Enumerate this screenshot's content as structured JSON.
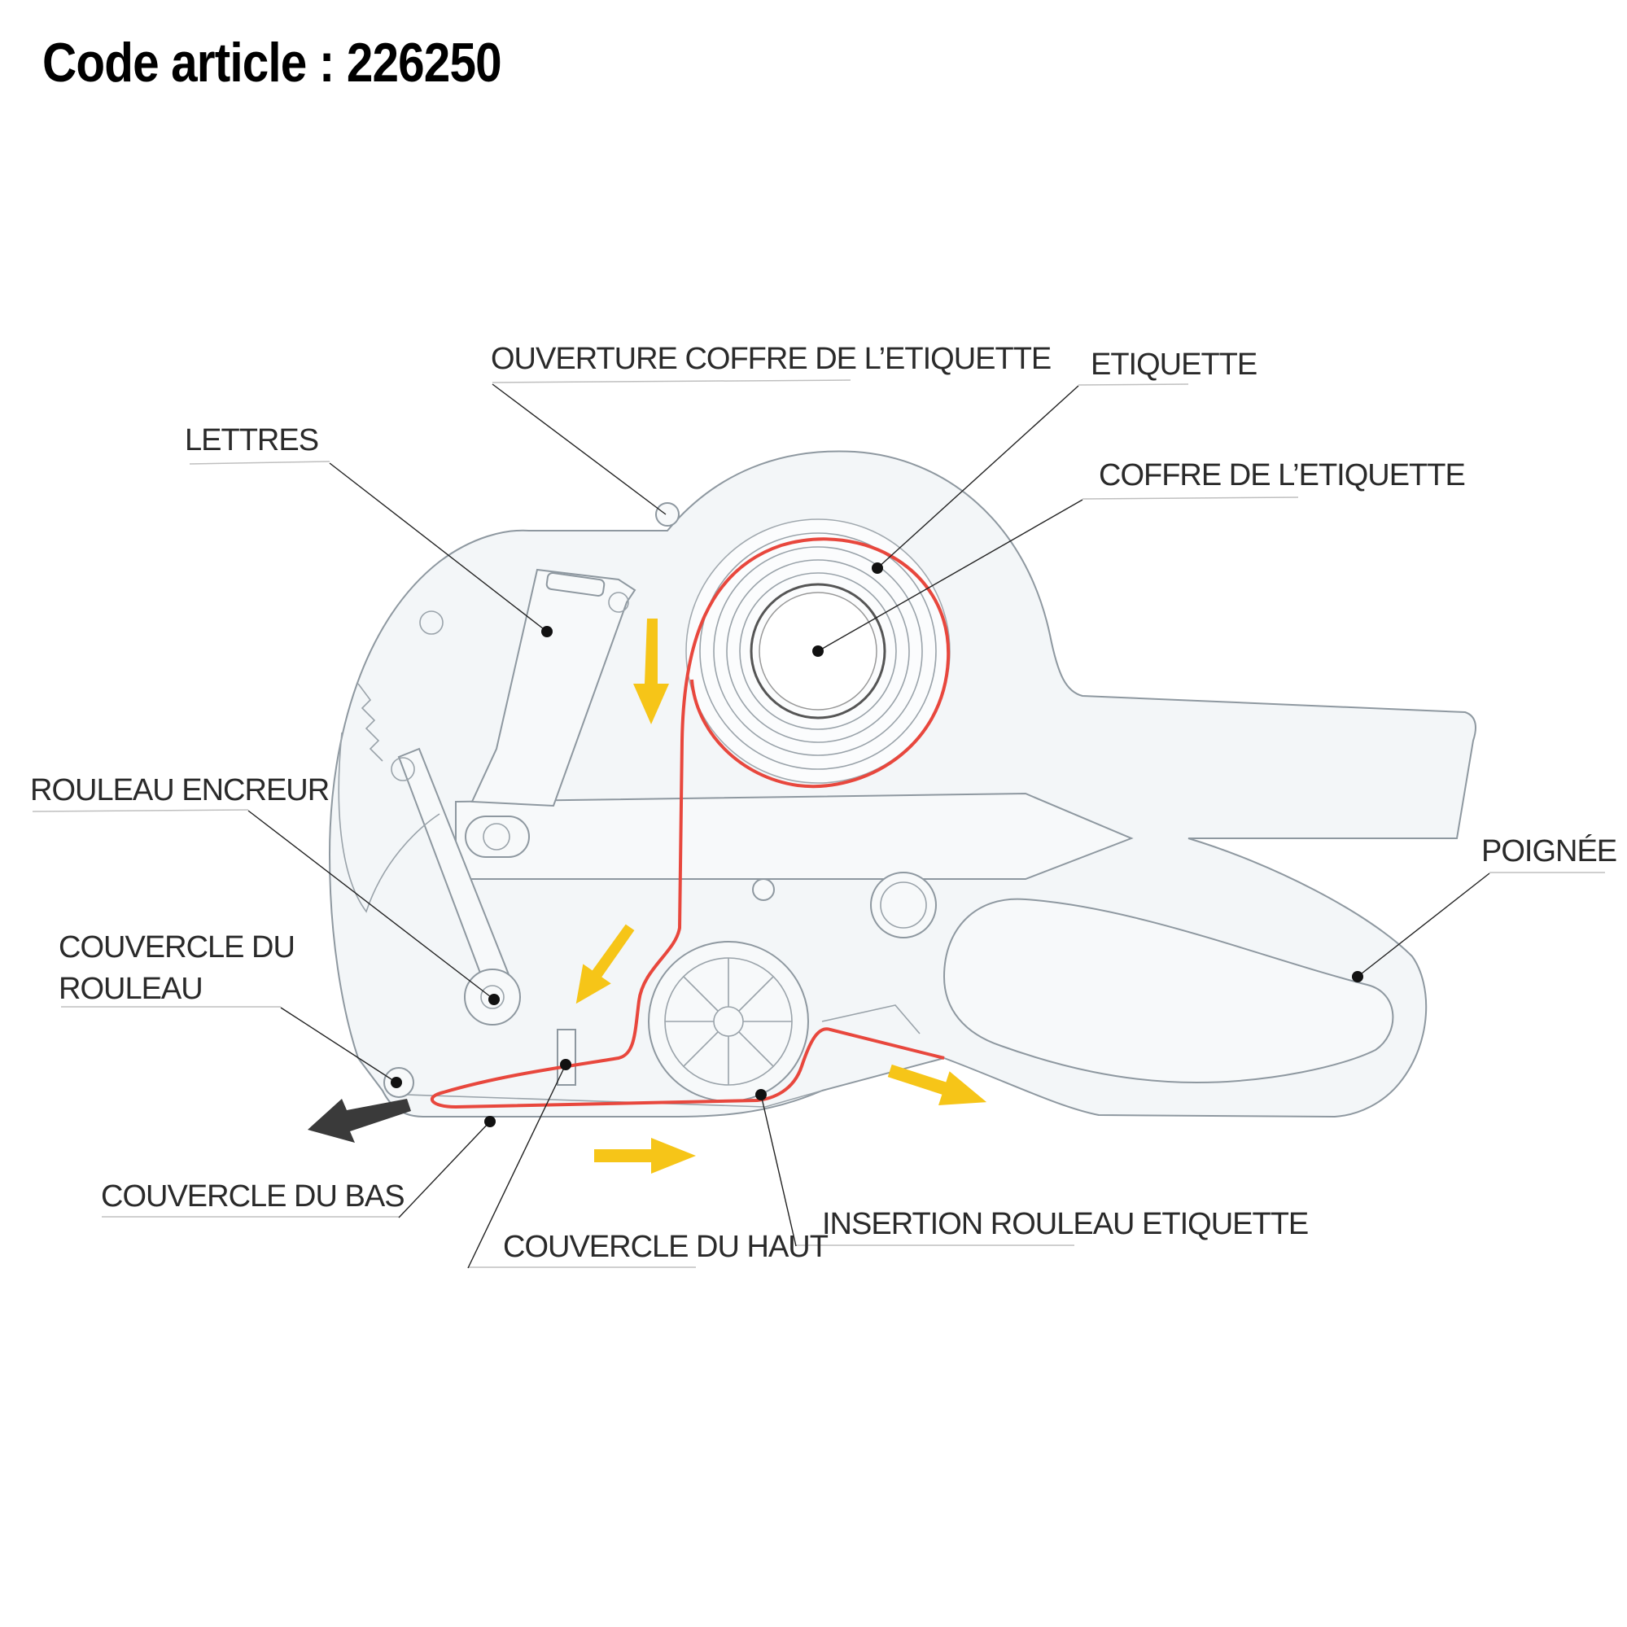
{
  "header": {
    "title": "Code article : 226250"
  },
  "labels": {
    "ouverture": "OUVERTURE COFFRE DE L’ETIQUETTE",
    "etiquette": "ETIQUETTE",
    "lettres": "LETTRES",
    "coffre": "COFFRE DE L’ETIQUETTE",
    "rouleau_encreur": "ROULEAU ENCREUR",
    "poignee": "POIGNÉE",
    "couvercle_rouleau_1": "COUVERCLE DU",
    "couvercle_rouleau_2": "ROULEAU",
    "couvercle_bas": "COUVERCLE DU BAS",
    "couvercle_haut": "COUVERCLE DU HAUT",
    "insertion": "INSERTION ROULEAU ETIQUETTE"
  },
  "colors": {
    "label_path": "#e8473d",
    "arrow": "#f6c518",
    "exit_arrow": "#3a3a3a"
  }
}
